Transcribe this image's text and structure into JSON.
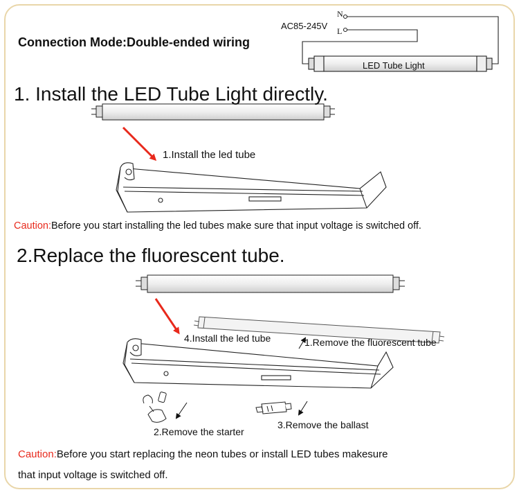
{
  "header": {
    "connection_mode": "Connection Mode:Double-ended wiring",
    "voltage": "AC85-245V",
    "neutral": "N",
    "live": "L",
    "tube_label": "LED Tube Light"
  },
  "section1": {
    "title": "1. Install the LED Tube Light directly.",
    "step_label": "1.Install the led tube",
    "caution_label": "Caution:",
    "caution_text": "Before you start installing the led tubes make sure that input voltage is switched off."
  },
  "section2": {
    "title": "2.Replace the fluorescent tube.",
    "step4": "4.Install the led tube",
    "step1": "1.Remove the fluorescent tube",
    "step2": "2.Remove the starter",
    "step3": "3.Remove the ballast",
    "caution_label": "Caution:",
    "caution_line1": "Before you start  replacing the neon tubes  or install LED tubes  makesure",
    "caution_line2": "that input  voltage is switched off."
  },
  "colors": {
    "accent_red": "#e8291c",
    "frame_border": "#e9d6a9"
  }
}
